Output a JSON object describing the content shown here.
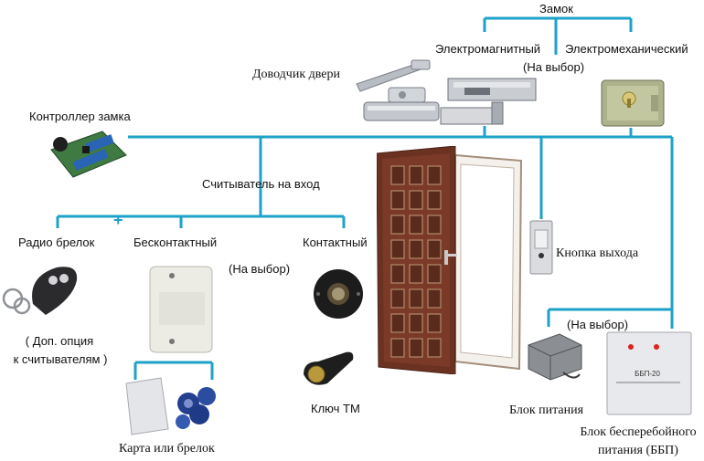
{
  "wire_color": "#1ea2c8",
  "labels": {
    "lock": "Замок",
    "electromagnetic": "Электромагнитный",
    "electromechanical": "Электромеханический",
    "optional_lock": "(На выбор)",
    "door_closer": "Доводчик двери",
    "lock_controller": "Контроллер замка",
    "entry_reader": "Считыватель на вход",
    "radio_fob": "Радио брелок",
    "contactless": "Бесконтактный",
    "contact": "Контактный",
    "optional_reader": "(На выбор)",
    "option_note_line1": "( Доп. опция",
    "option_note_line2": "к считывателям )",
    "card_or_fob": "Карта или брелок",
    "tm_key": "Ключ ТМ",
    "exit_button": "Кнопка выхода",
    "optional_power": "(На выбор)",
    "power_supply": "Блок питания",
    "ups_line1": "Блок бесперебойного",
    "ups_line2": "питания (ББП)",
    "plus": "+"
  },
  "device_text": {
    "ups_model": "ББП-20"
  }
}
